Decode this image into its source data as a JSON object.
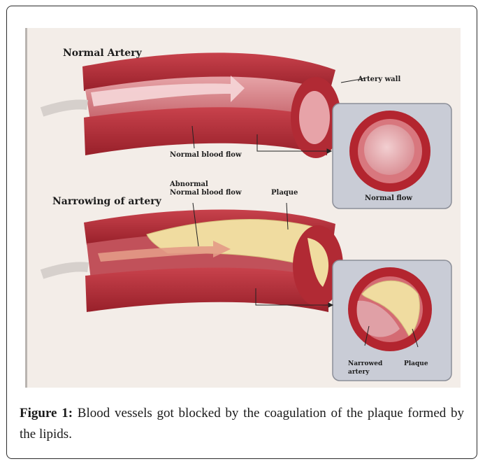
{
  "figure": {
    "section_normal": "Normal Artery",
    "section_narrowing": "Narrowing of artery",
    "label_artery_wall": "Artery wall",
    "label_normal_blood_flow": "Normal blood flow",
    "label_abnormal_line1": "Abnormal",
    "label_abnormal_line2": "Normal blood flow",
    "label_plaque_top": "Plaque",
    "label_normal_flow": "Normal flow",
    "label_narrowed_line1": "Narrowed",
    "label_narrowed_line2": "artery",
    "label_plaque_inset": "Plaque"
  },
  "caption": {
    "label": "Figure 1:",
    "text": " Blood vessels got blocked by the coagulation of the plaque formed by the lipids."
  },
  "colors": {
    "artery_dark": "#a8252f",
    "artery_mid": "#c63a45",
    "lumen": "#d2747b",
    "plaque": "#f0dca0",
    "inset_bg": "#c9ccd6"
  }
}
